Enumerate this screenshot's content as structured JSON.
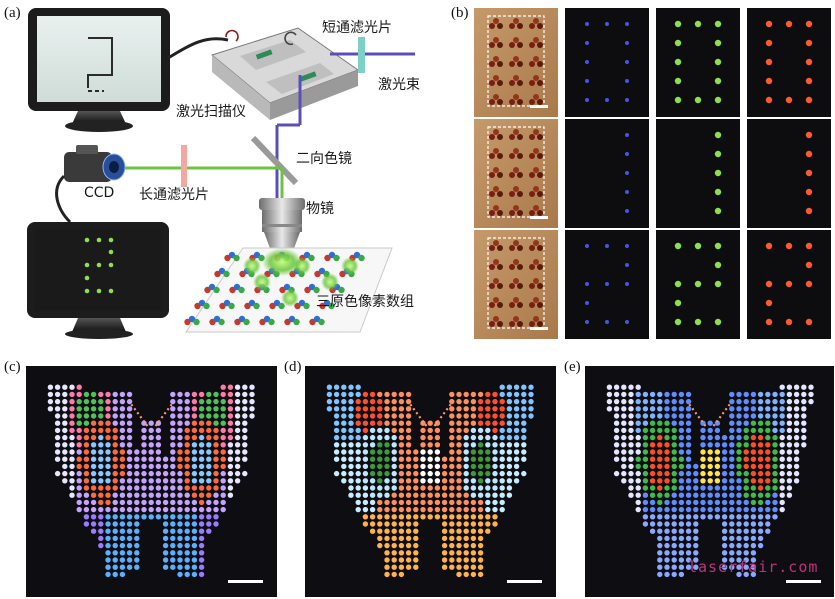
{
  "panels": {
    "a": "(a)",
    "b": "(b)",
    "c": "(c)",
    "d": "(d)",
    "e": "(e)"
  },
  "labels": {
    "short_pass_filter": "短通滤光片",
    "laser_beam": "激光束",
    "laser_scanner": "激光扫描仪",
    "dichroic_mirror": "二向色镜",
    "ccd": "CCD",
    "long_pass_filter": "长通滤光片",
    "objective": "物镜",
    "rgb_pixel_array": "三原色像素数组"
  },
  "watermark": "laserfair.com",
  "colors": {
    "laser_beam": "#5a4fb8",
    "emission": "#6bc43a",
    "short_pass_filter": "#7fcfc9",
    "long_pass_filter": "#f2a7a0",
    "brown_panel": "#b98a5c",
    "blue_emission": "#4d5cff",
    "green_emission": "#8ee04a",
    "red_emission": "#ff5a2a"
  },
  "b_grid": {
    "columns": [
      "photo",
      "blue",
      "green",
      "red"
    ],
    "rows": [
      "row-1",
      "row-2",
      "row-3"
    ]
  }
}
